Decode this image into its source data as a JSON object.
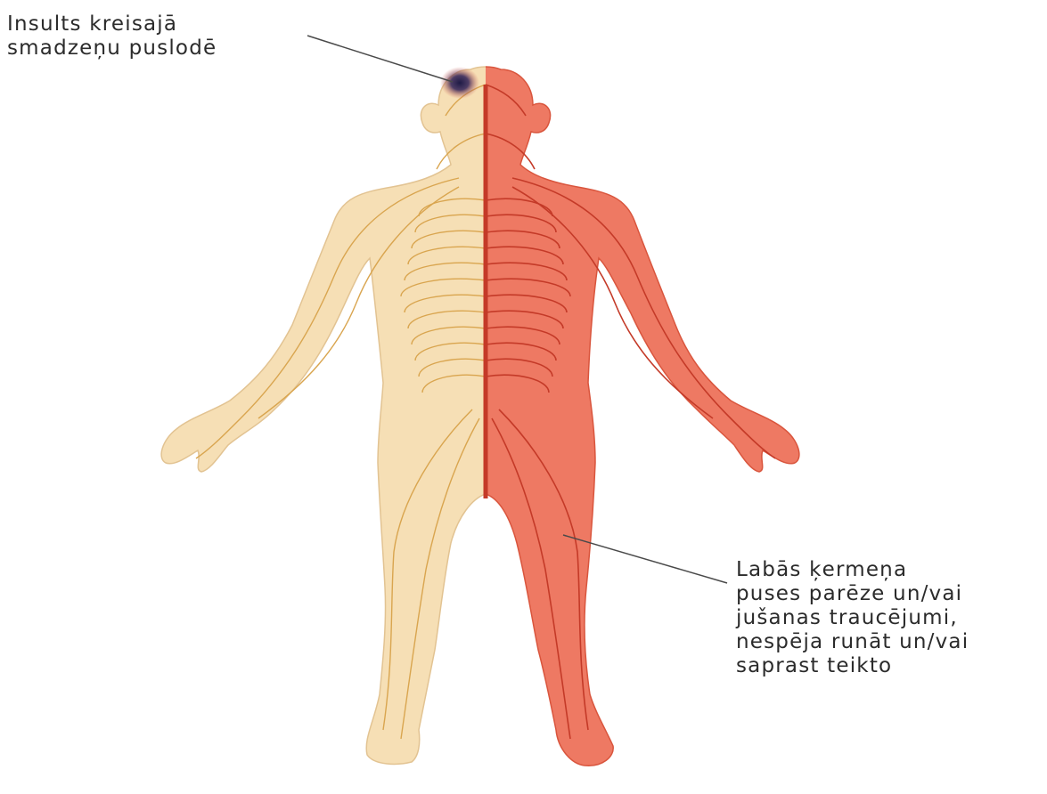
{
  "annotations": {
    "stroke_location": {
      "lines": [
        "Insults kreisajā",
        "smadzeņu puslodē"
      ]
    },
    "symptoms": {
      "lines": [
        "Labās ķermeņa",
        "puses parēze un/vai",
        "jušanas traucējumi,",
        "nespēja runāt un/vai",
        "saprast teikto"
      ]
    }
  },
  "colors": {
    "unaffected_side": "#f4d9a8",
    "unaffected_nerves": "#d9a54f",
    "affected_side": "#ec6a52",
    "affected_nerves": "#c43a28",
    "lesion": "#2a2350",
    "leader_line": "#4a4a4a"
  }
}
